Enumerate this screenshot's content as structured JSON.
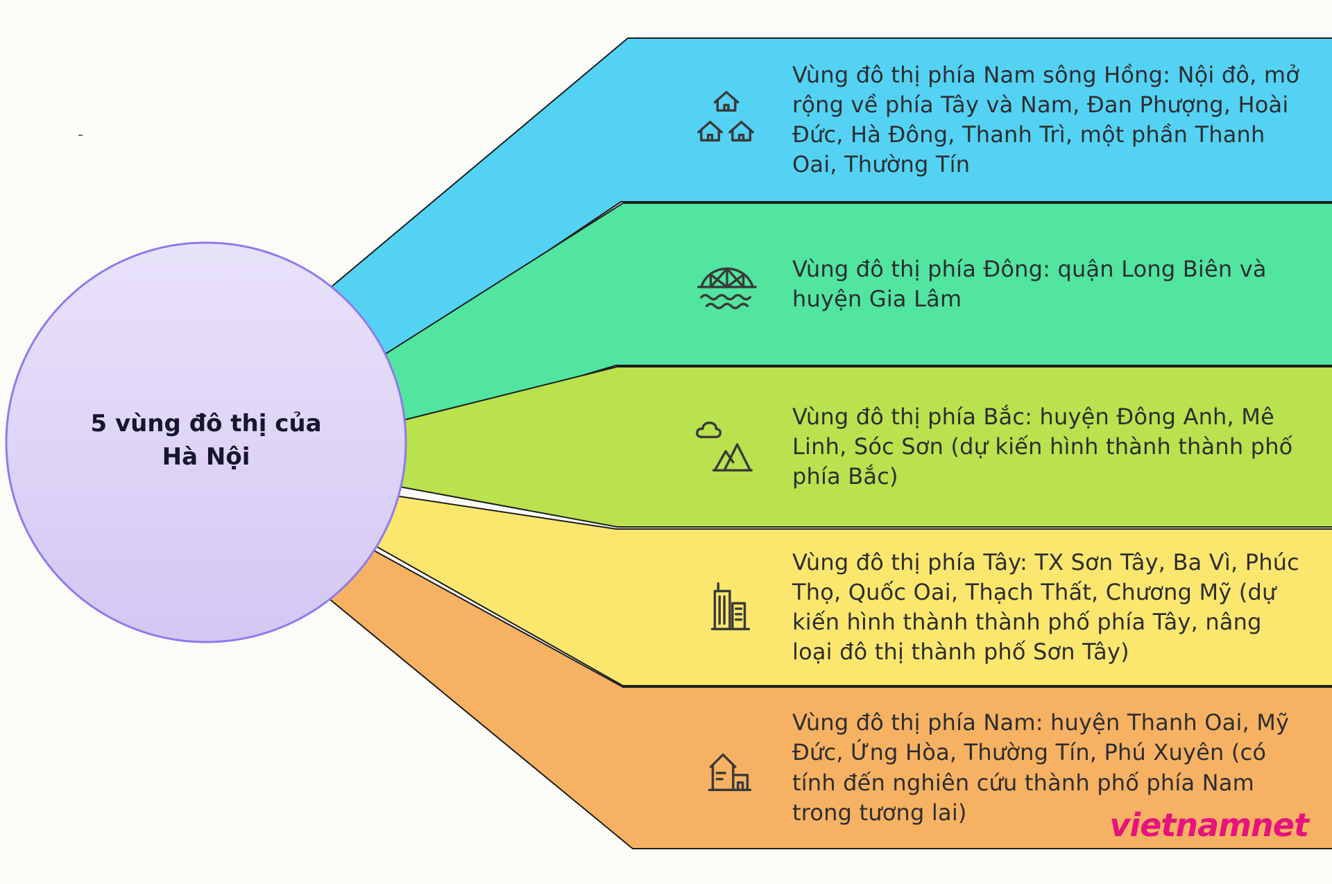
{
  "page": {
    "background": "#fbfbf8"
  },
  "center": {
    "label_line1": "5 vùng đô thị của",
    "label_line2": "Hà Nội",
    "fill_from": "#e9e2fa",
    "fill_to": "#d4c7f3",
    "stroke": "#8d7bed"
  },
  "bands": [
    {
      "icon": "houses-icon",
      "color": "#54d2f3",
      "text": "Vùng đô thị phía Nam sông Hồng: Nội đô, mở rộng về phía Tây và Nam, Đan Phượng, Hoài Đức, Hà Đông, Thanh Trì, một phần Thanh Oai, Thường Tín"
    },
    {
      "icon": "bridge-icon",
      "color": "#51e5a0",
      "text": "Vùng đô thị phía Đông: quận Long Biên và huyện Gia Lâm"
    },
    {
      "icon": "mountains-cloud-icon",
      "color": "#b9e24e",
      "text": "Vùng đô thị phía Bắc: huyện Đông Anh, Mê Linh, Sóc Sơn (dự kiến hình thành thành phố phía Bắc)"
    },
    {
      "icon": "city-buildings-icon",
      "color": "#fbe76e",
      "text": "Vùng đô thị phía Tây: TX Sơn Tây, Ba Vì, Phúc Thọ, Quốc Oai, Thạch Thất, Chương Mỹ (dự kiến hình thành thành phố phía Tây, nâng loại đô thị thành phố Sơn Tây)"
    },
    {
      "icon": "factory-icon",
      "color": "#f6b262",
      "text": "Vùng đô thị phía Nam: huyện Thanh Oai, Mỹ Đức, Ứng Hòa, Thường Tín, Phú Xuyên (có tính đến nghiên cứu thành phố phía Nam trong tương lai)"
    }
  ],
  "watermark": {
    "text": "vietnamnet",
    "color": "#e6127d"
  },
  "misc": {
    "dash": "-"
  }
}
